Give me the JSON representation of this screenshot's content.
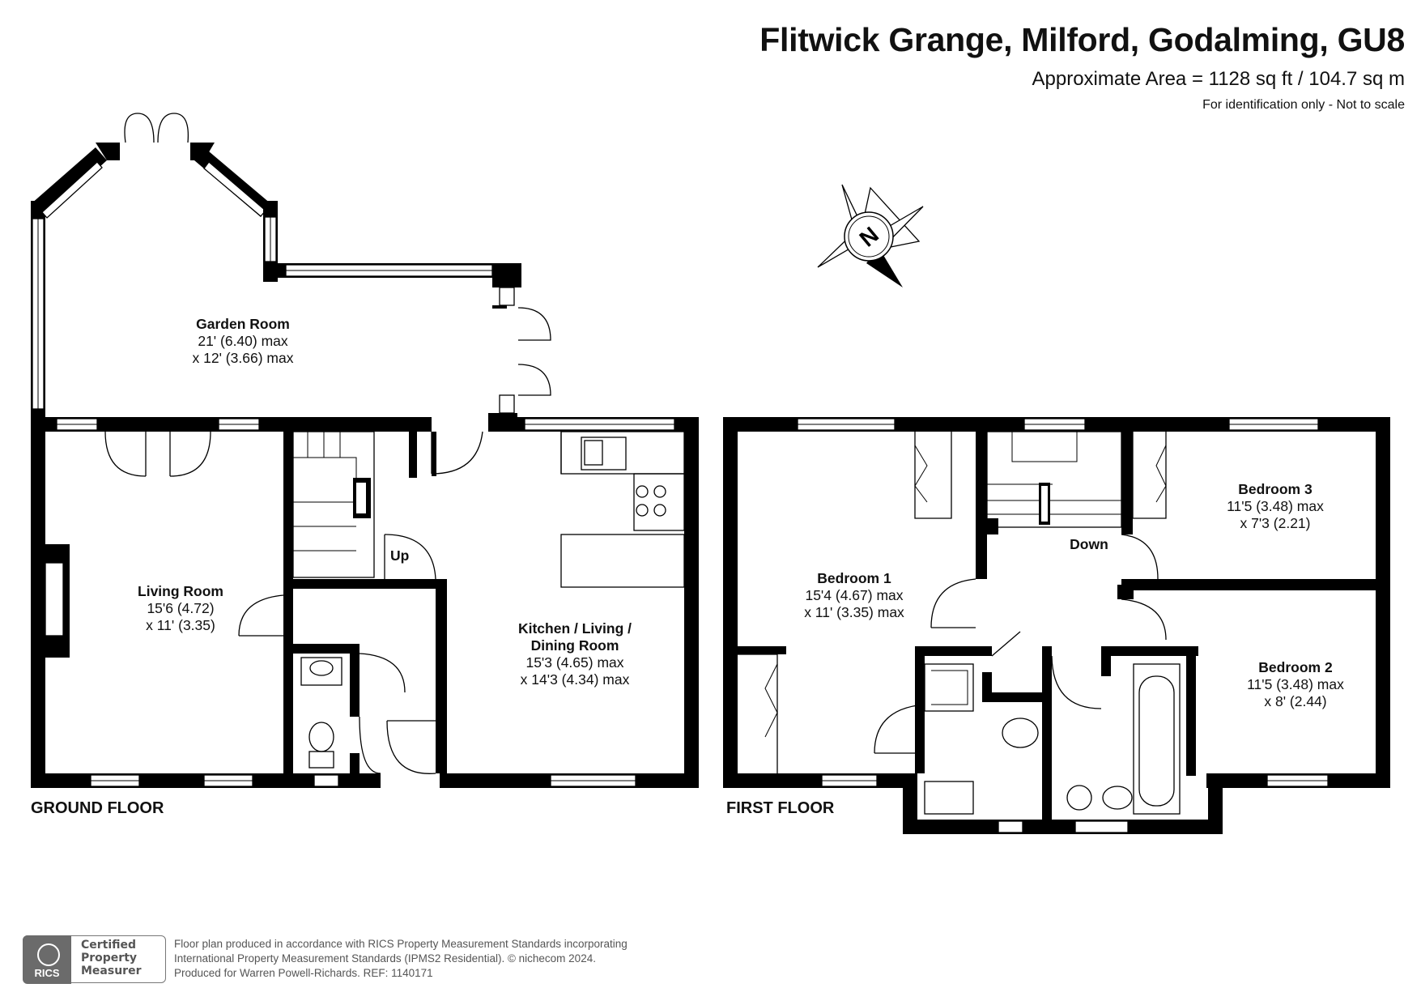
{
  "header": {
    "title": "Flitwick Grange, Milford, Godalming, GU8",
    "area": "Approximate Area = 1128 sq ft / 104.7 sq m",
    "note": "For identification only - Not to scale"
  },
  "compass": {
    "letter": "N",
    "icon": "north-arrow-icon"
  },
  "ground_floor": {
    "label": "GROUND FLOOR",
    "stair_label": "Up",
    "rooms": {
      "garden": {
        "name": "Garden Room",
        "dim1": "21' (6.40) max",
        "dim2": "x 12' (3.66) max"
      },
      "living": {
        "name": "Living Room",
        "dim1": "15'6 (4.72)",
        "dim2": "x 11' (3.35)"
      },
      "kitchen": {
        "name1": "Kitchen / Living /",
        "name2": "Dining Room",
        "dim1": "15'3 (4.65) max",
        "dim2": "x 14'3 (4.34) max"
      }
    }
  },
  "first_floor": {
    "label": "FIRST FLOOR",
    "stair_label": "Down",
    "rooms": {
      "bedroom1": {
        "name": "Bedroom 1",
        "dim1": "15'4 (4.67) max",
        "dim2": "x 11' (3.35) max"
      },
      "bedroom2": {
        "name": "Bedroom 2",
        "dim1": "11'5 (3.48) max",
        "dim2": "x 8' (2.44)"
      },
      "bedroom3": {
        "name": "Bedroom 3",
        "dim1": "11'5 (3.48) max",
        "dim2": "x 7'3 (2.21)"
      }
    }
  },
  "footer": {
    "line1": "Floor plan produced in accordance with RICS Property Measurement Standards incorporating",
    "line2": "International Property Measurement Standards (IPMS2 Residential).   © nichecom 2024.",
    "line3": "Produced for Warren Powell-Richards.   REF:  1140171",
    "badge_logo": "RICS",
    "badge_line1": "Certified",
    "badge_line2": "Property",
    "badge_line3": "Measurer"
  },
  "colors": {
    "wall": "#000000",
    "window": "#ffffff",
    "text": "#111111",
    "badge": "#6b6b6b"
  }
}
